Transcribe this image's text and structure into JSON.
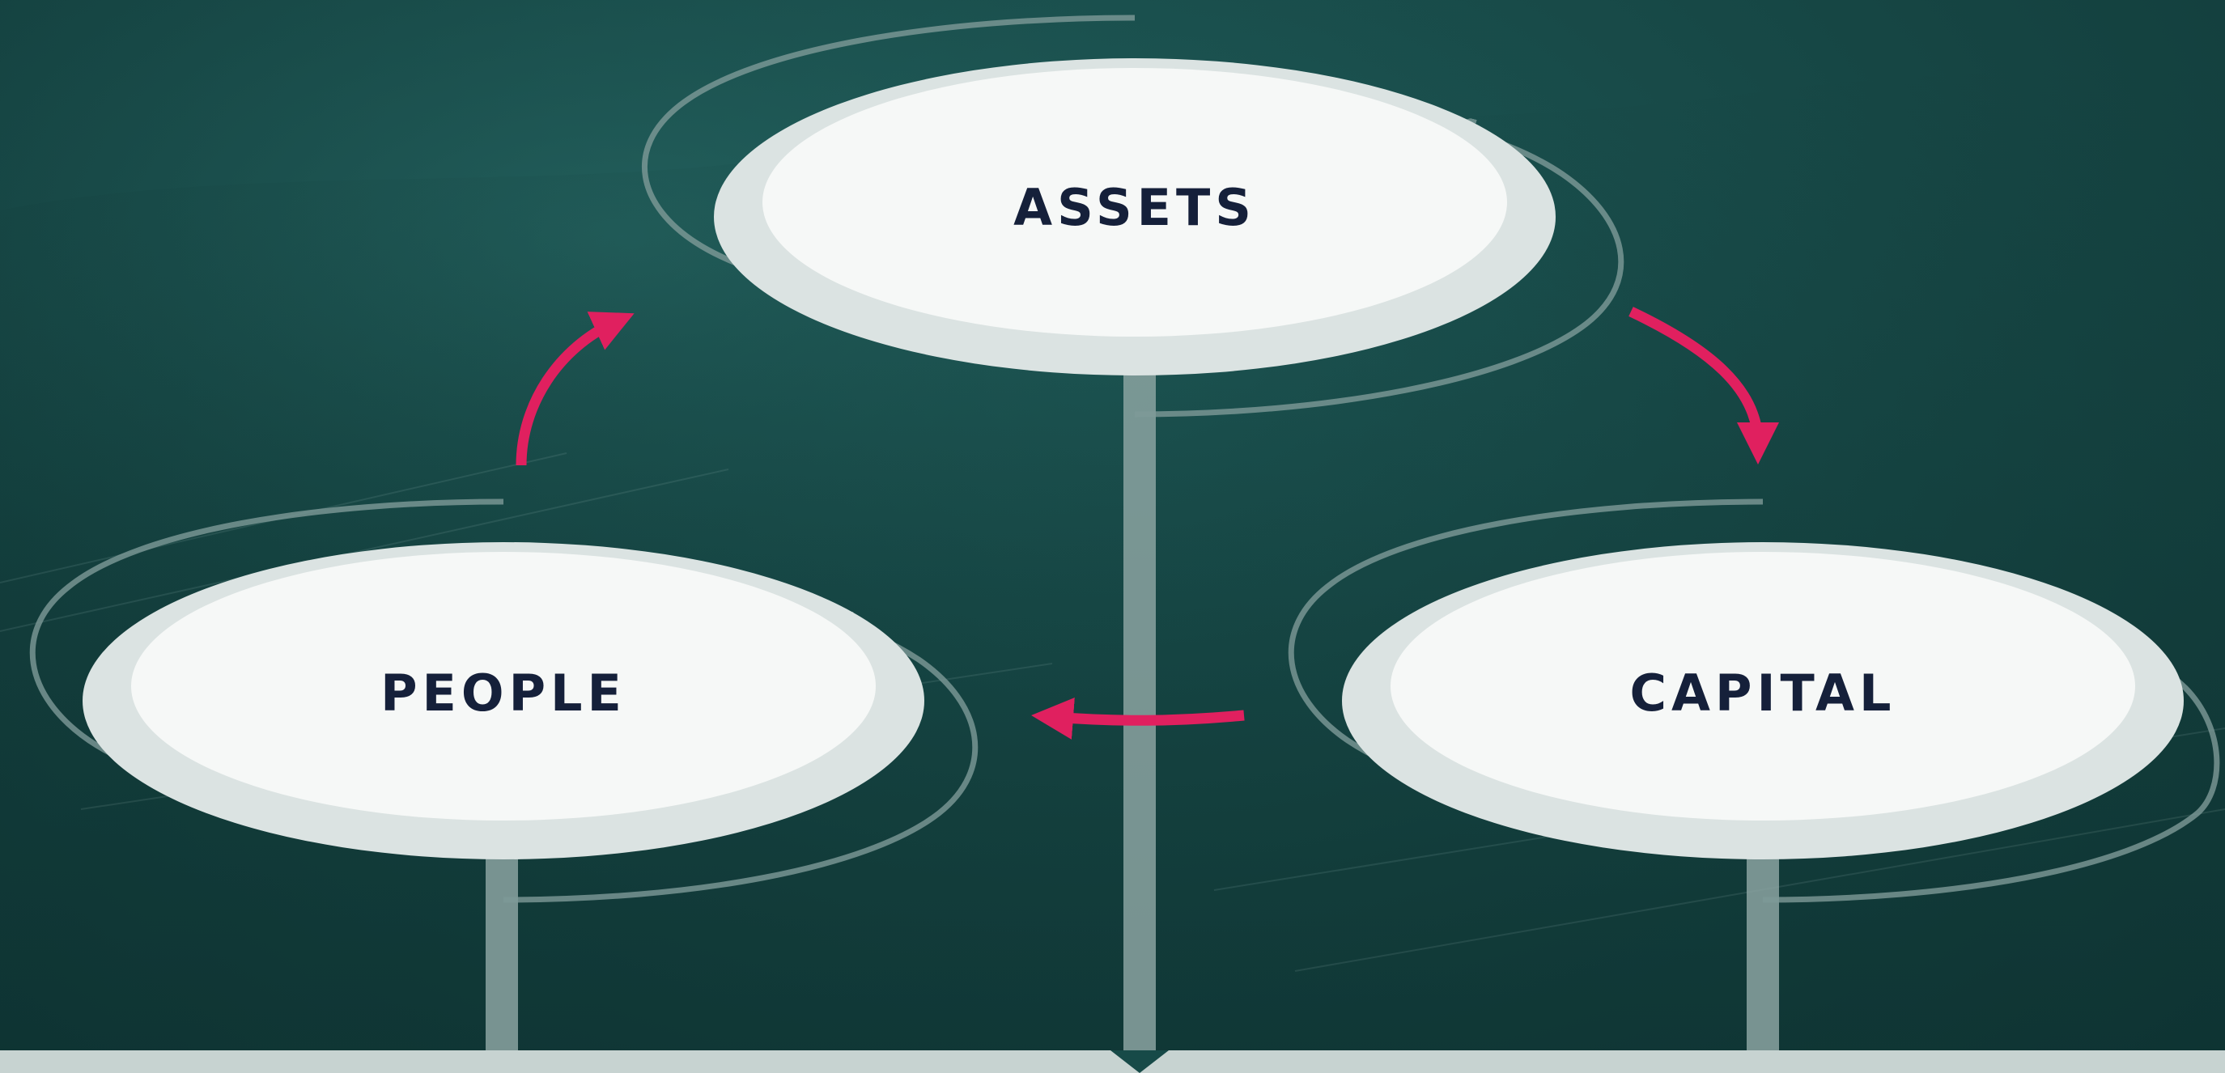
{
  "nodes": {
    "assets": {
      "label": "ASSETS"
    },
    "people": {
      "label": "PEOPLE"
    },
    "capital": {
      "label": "CAPITAL"
    }
  },
  "colors": {
    "background": "#174a48",
    "ellipse_outer": "#dbe3e2",
    "ellipse_inner": "#f6f8f7",
    "label_text": "#15203a",
    "cycle_arrow": "#e0205f",
    "orbit": "#7e9a98",
    "pole": "#8ba3a1"
  },
  "icons": {
    "cycle_arrows": "curved-arrow",
    "orbit_arrows": "circular-arrow"
  }
}
